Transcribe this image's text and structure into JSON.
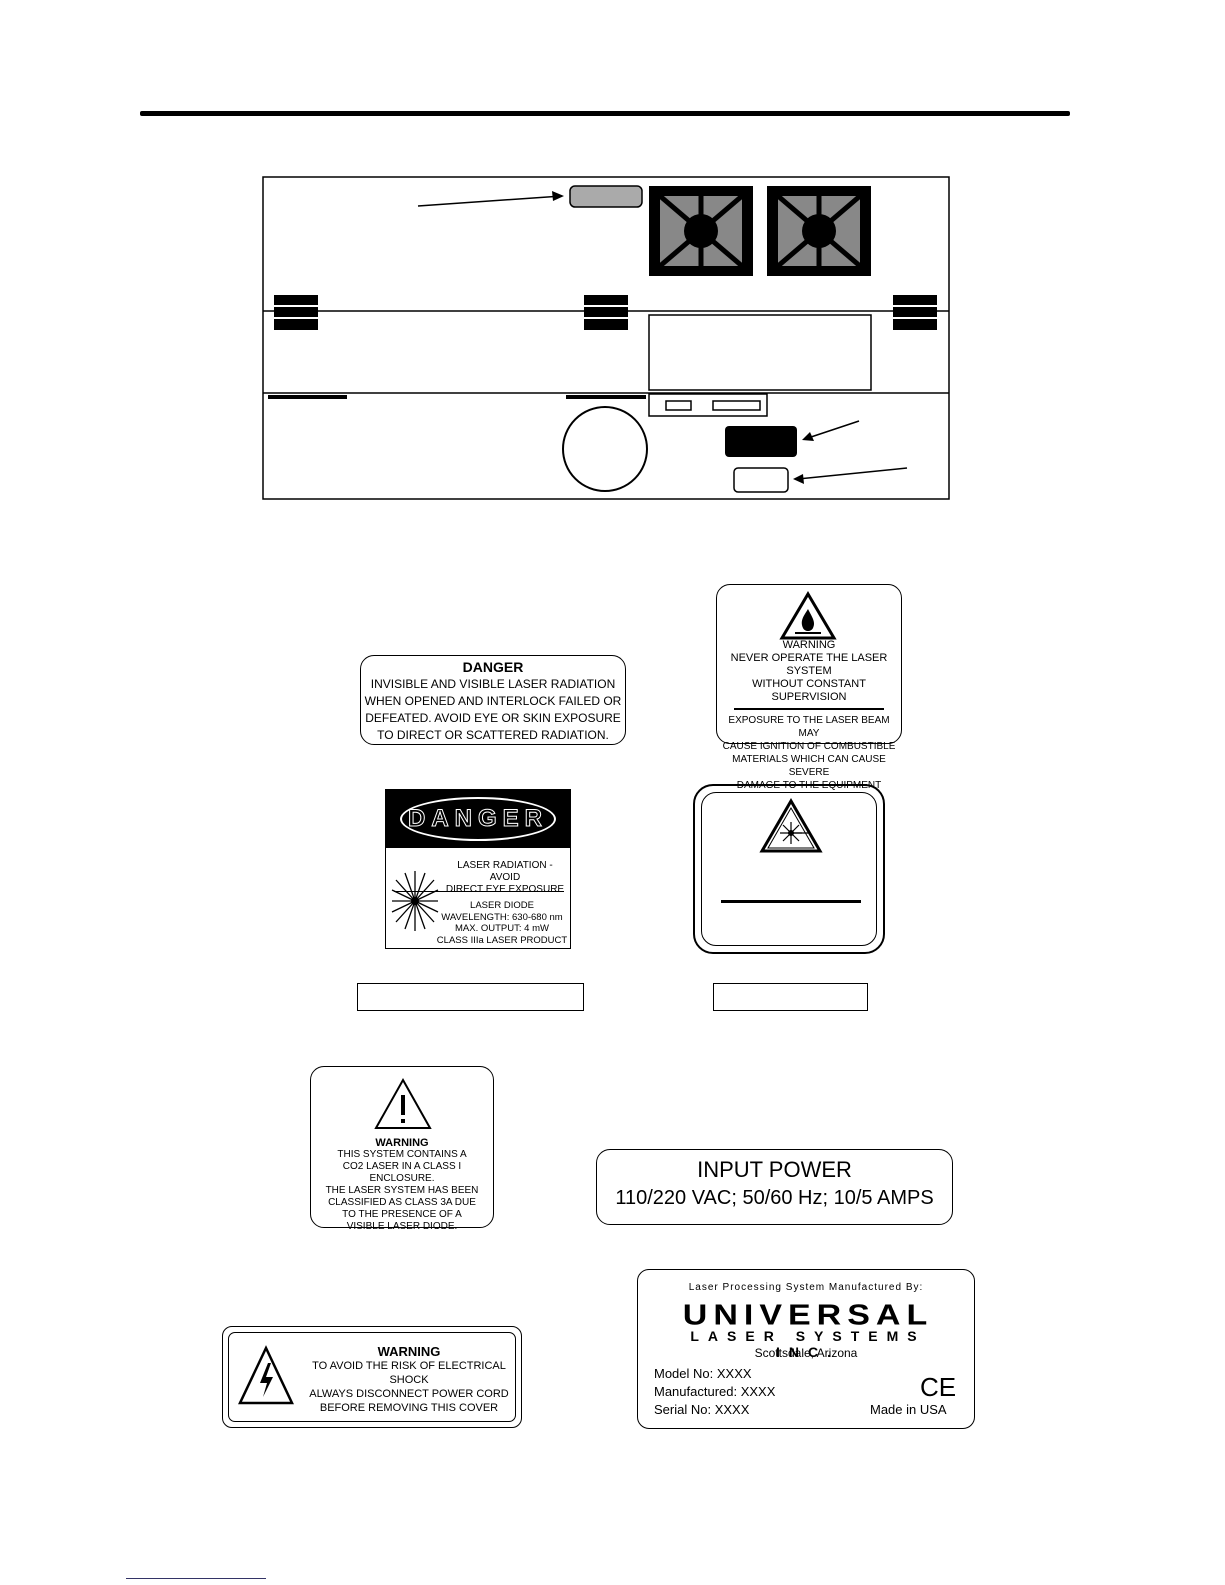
{
  "labels": {
    "danger1": {
      "title": "DANGER",
      "lines": [
        "INVISIBLE AND VISIBLE LASER RADIATION",
        "WHEN OPENED AND INTERLOCK FAILED OR",
        "DEFEATED. AVOID EYE OR SKIN EXPOSURE",
        "TO DIRECT OR SCATTERED RADIATION."
      ]
    },
    "warning_fire": {
      "title": "WARNING",
      "line1": "NEVER OPERATE THE LASER SYSTEM",
      "line2": "WITHOUT CONSTANT SUPERVISION",
      "lines2": [
        "EXPOSURE TO THE LASER BEAM MAY",
        "CAUSE IGNITION OF COMBUSTIBLE",
        "MATERIALS WHICH CAN CAUSE SEVERE",
        "DAMAGE TO THE EQUIPMENT"
      ]
    },
    "danger_diode": {
      "title": "DANGER",
      "line1": "LASER RADIATION - AVOID",
      "line2": "DIRECT EYE EXPOSURE",
      "spec": [
        "LASER DIODE",
        "WAVELENGTH: 630-680 nm",
        "MAX. OUTPUT: 4 mW",
        "CLASS IIIa LASER PRODUCT"
      ]
    },
    "warning_class": {
      "title": "WARNING",
      "lines": [
        "THIS SYSTEM CONTAINS A",
        "CO2 LASER IN A CLASS I ENCLOSURE.",
        "THE LASER SYSTEM HAS BEEN",
        "CLASSIFIED AS CLASS 3A DUE",
        "TO THE PRESENCE OF A",
        "VISIBLE LASER DIODE."
      ]
    },
    "input_power": {
      "title": "INPUT POWER",
      "value": "110/220 VAC; 50/60 Hz; 10/5 AMPS"
    },
    "shock": {
      "title": "WARNING",
      "lines": [
        "TO AVOID THE RISK OF ELECTRICAL SHOCK",
        "ALWAYS DISCONNECT POWER CORD",
        "BEFORE REMOVING THIS COVER"
      ]
    },
    "manufacturer": {
      "by": "Laser Processing System Manufactured By:",
      "brand": "UNIVERSAL",
      "brand_sub": "LASER SYSTEMS INC.",
      "location": "Scottsdale, Arizona",
      "model": "Model No: XXXX",
      "manufactured": "Manufactured: XXXX",
      "serial": "Serial No: XXXX",
      "ce": "CE",
      "made": "Made in USA"
    }
  }
}
